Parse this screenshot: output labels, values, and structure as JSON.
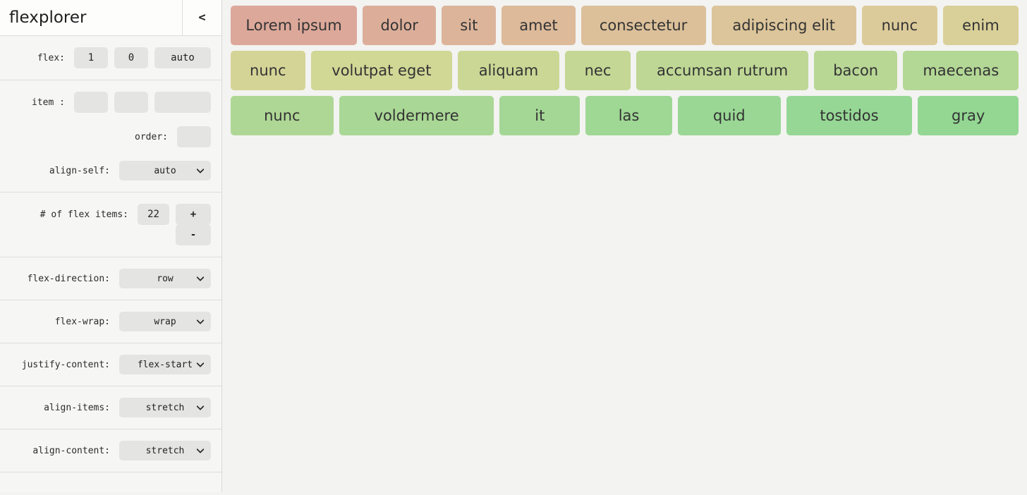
{
  "app": {
    "title": "flexplorer",
    "collapse_label": "<"
  },
  "sidebar": {
    "flex": {
      "label": "flex:",
      "grow": "1",
      "shrink": "0",
      "basis": "auto"
    },
    "item": {
      "label": "item :",
      "grow": "",
      "shrink": "",
      "basis": ""
    },
    "order": {
      "label": "order:",
      "value": ""
    },
    "align_self": {
      "label": "align-self:",
      "value": "auto"
    },
    "num_items": {
      "label": "# of flex items:",
      "value": "22",
      "increment_label": "+",
      "decrement_label": "-"
    },
    "flex_direction": {
      "label": "flex-direction:",
      "value": "row"
    },
    "flex_wrap": {
      "label": "flex-wrap:",
      "value": "wrap"
    },
    "justify_content": {
      "label": "justify-content:",
      "value": "flex-start"
    },
    "align_items": {
      "label": "align-items:",
      "value": "stretch"
    },
    "align_content": {
      "label": "align-content:",
      "value": "stretch"
    }
  },
  "colors": {
    "sidebar_bg": "#f6f6f5",
    "header_bg": "#fdfdfc",
    "control_bg": "#e4e4e3",
    "main_bg": "#f3f3f1",
    "divider": "#ddddda",
    "item_text": "#333333"
  },
  "items": [
    {
      "label": "Lorem ipsum",
      "color": "#dca89a",
      "basis": 170
    },
    {
      "label": "dolor",
      "color": "#dcae9a",
      "basis": 95
    },
    {
      "label": "sit",
      "color": "#dcb49a",
      "basis": 68
    },
    {
      "label": "amet",
      "color": "#dcba9a",
      "basis": 95
    },
    {
      "label": "consectetur",
      "color": "#dcc09a",
      "basis": 168
    },
    {
      "label": "adipiscing elit",
      "color": "#dcc59a",
      "basis": 196
    },
    {
      "label": "nunc",
      "color": "#dccb9a",
      "basis": 98
    },
    {
      "label": "enim",
      "color": "#d9d099",
      "basis": 98
    },
    {
      "label": "nunc",
      "color": "#d5d497",
      "basis": 100
    },
    {
      "label": "volutpat eget",
      "color": "#d1d795",
      "basis": 195
    },
    {
      "label": "aliquam",
      "color": "#cbd795",
      "basis": 138
    },
    {
      "label": "nec",
      "color": "#c4d795",
      "basis": 88
    },
    {
      "label": "accumsan rutrum",
      "color": "#bed795",
      "basis": 238
    },
    {
      "label": "bacon",
      "color": "#b8d795",
      "basis": 113
    },
    {
      "label": "maecenas",
      "color": "#b3d795",
      "basis": 158
    },
    {
      "label": "nunc",
      "color": "#aed795",
      "basis": 138
    },
    {
      "label": "voldermere",
      "color": "#a9d795",
      "basis": 212
    },
    {
      "label": "it",
      "color": "#a4d795",
      "basis": 106
    },
    {
      "label": "las",
      "color": "#9fd795",
      "basis": 115
    },
    {
      "label": "quid",
      "color": "#9ad795",
      "basis": 138
    },
    {
      "label": "tostidos",
      "color": "#96d795",
      "basis": 171
    },
    {
      "label": "gray",
      "color": "#93d793",
      "basis": 135
    }
  ]
}
